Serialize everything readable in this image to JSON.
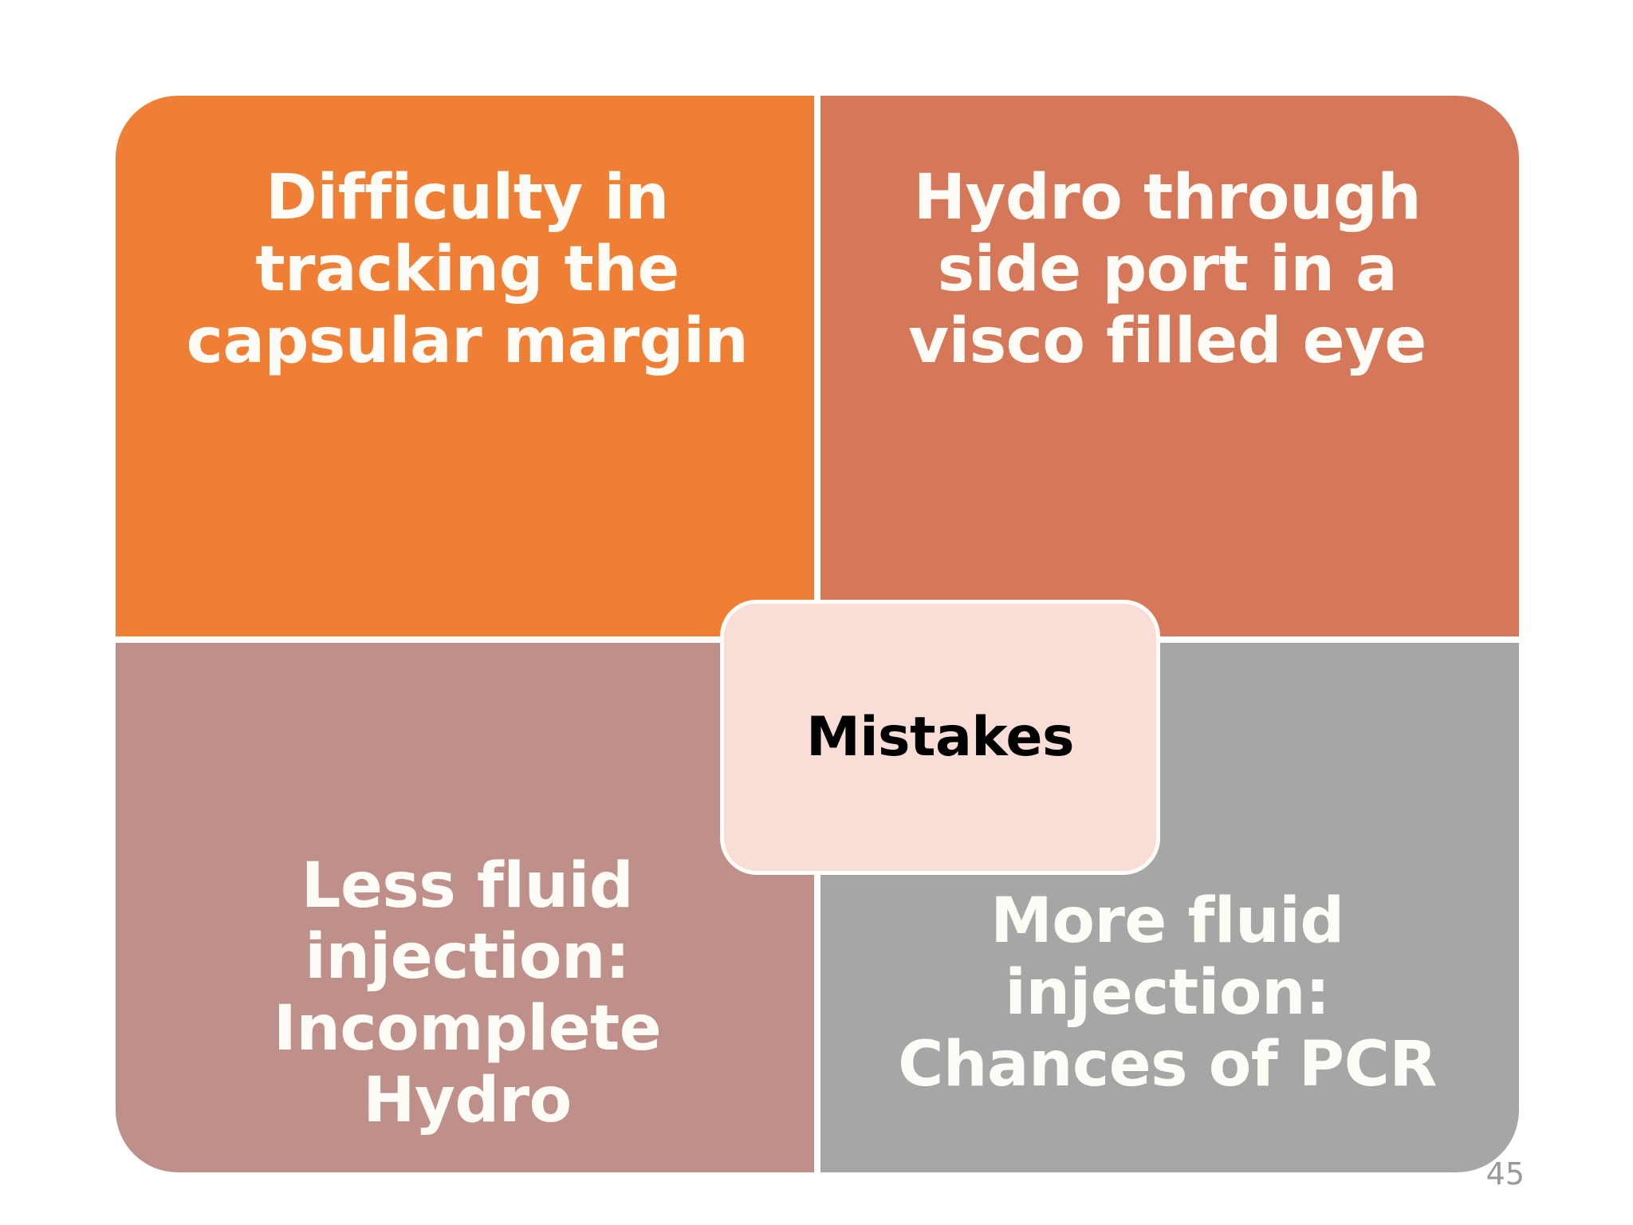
{
  "slide": {
    "page_number": "45",
    "background_color": "#FFFFFF"
  },
  "diagram": {
    "type": "matrix-with-center-hub",
    "center": {
      "label": "Mistakes",
      "fill_color": "#F9DED7",
      "border_color": "#FFFDF9",
      "text_color": "#000000"
    },
    "quadrants": [
      {
        "position": "top-left",
        "text": "Difficulty in\ntracking the\ncapsular margin",
        "fill_color": "#EE7F35",
        "text_color": "#FDFCF7"
      },
      {
        "position": "top-right",
        "text": "Hydro through\nside port in a\nvisco filled eye",
        "fill_color": "#D5785A",
        "text_color": "#FDFCF7"
      },
      {
        "position": "bottom-left",
        "text": "Less fluid\ninjection:\nIncomplete Hydro",
        "fill_color": "#BE9089",
        "text_color": "#FDFCF7"
      },
      {
        "position": "bottom-right",
        "text": "More fluid\ninjection:\nChances of PCR",
        "fill_color": "#A6A6A6",
        "text_color": "#FDFCF7"
      }
    ]
  }
}
